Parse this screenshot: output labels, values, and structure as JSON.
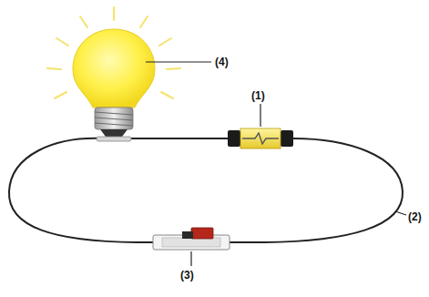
{
  "diagram": {
    "labels": [
      "(4)",
      "(1)",
      "(2)",
      "(3)"
    ]
  }
}
